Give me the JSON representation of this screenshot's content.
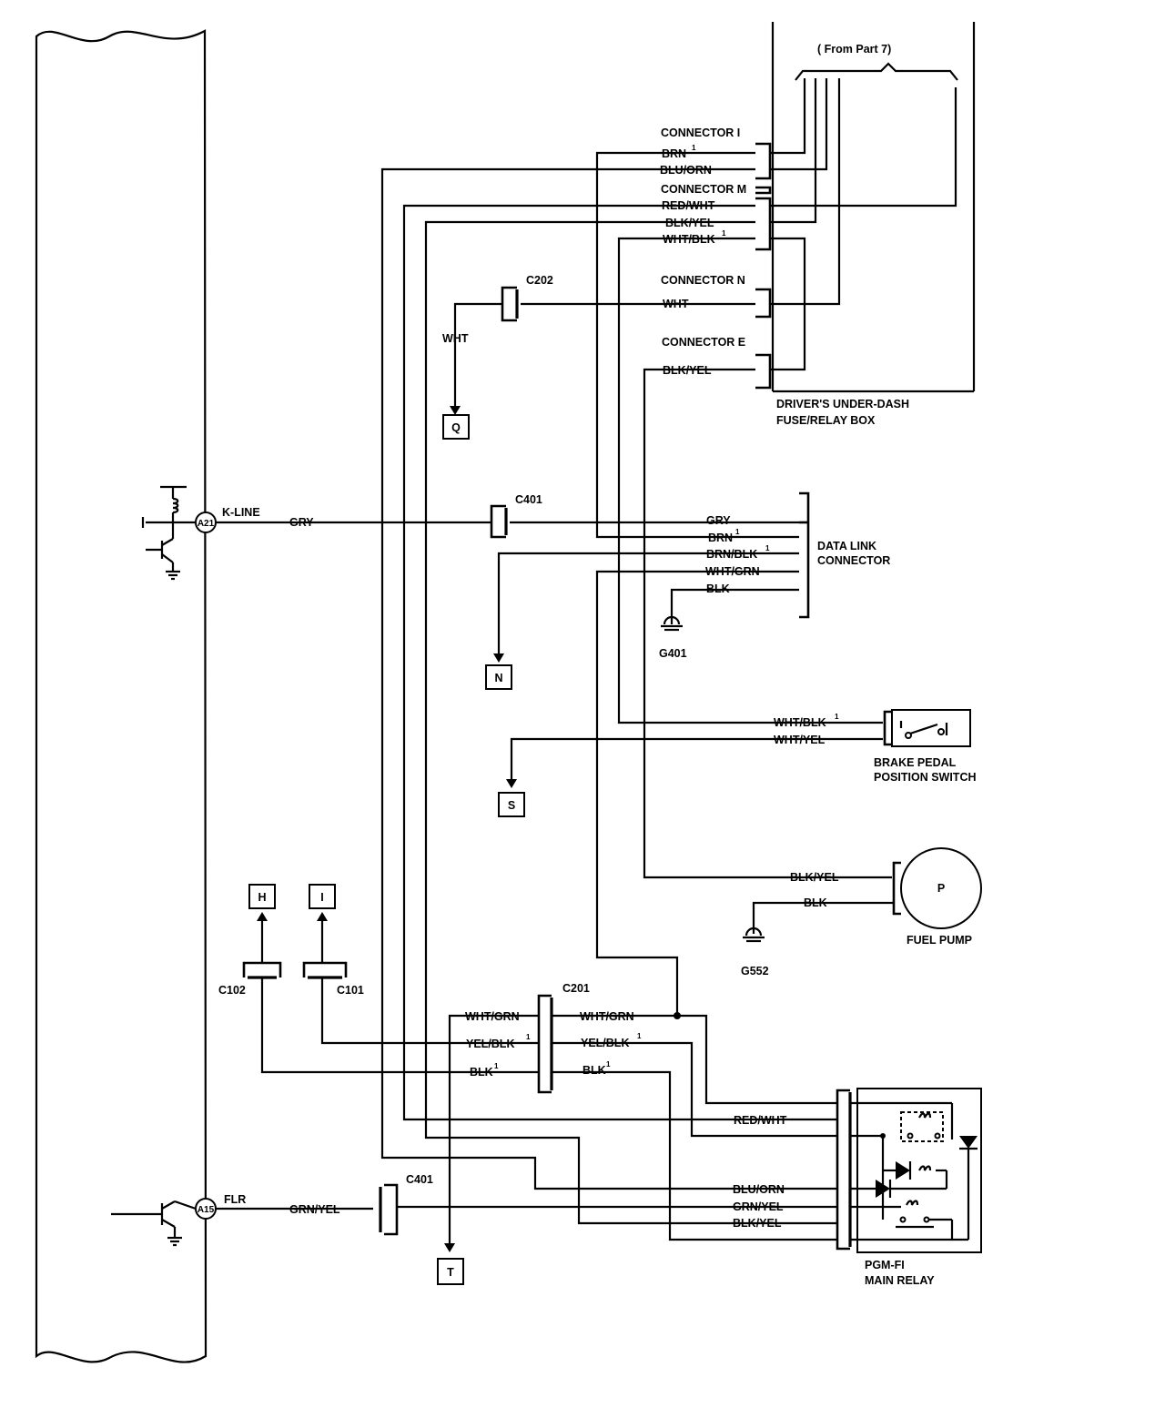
{
  "ecm": {
    "pins": [
      {
        "id": "A21",
        "name": "K-LINE"
      },
      {
        "id": "A15",
        "name": "FLR"
      }
    ]
  },
  "fuse_box": {
    "title_line1": "DRIVER'S UNDER-DASH",
    "title_line2": "FUSE/RELAY BOX",
    "from_part": "( From Part 7)",
    "connectors": {
      "i": "CONNECTOR I",
      "m": "CONNECTOR M",
      "n": "CONNECTOR N",
      "e": "CONNECTOR E"
    },
    "wires": {
      "brn": "BRN",
      "blu_orn": "BLU/ORN",
      "red_wht": "RED/WHT",
      "blk_yel": "BLK/YEL",
      "wht_blk": "WHT/BLK",
      "wht": "WHT",
      "blk_yel_e": "BLK/YEL"
    }
  },
  "c202": {
    "label": "C202",
    "wire": "WHT"
  },
  "data_link": {
    "title_line1": "DATA LINK",
    "title_line2": "CONNECTOR",
    "c401": "C401",
    "ecm_wire": "GRY",
    "wires": {
      "gry": "GRY",
      "brn": "BRN",
      "brn_blk": "BRN/BLK",
      "wht_grn": "WHT/GRN",
      "blk": "BLK"
    },
    "ground": "G401"
  },
  "brake": {
    "title_line1": "BRAKE PEDAL",
    "title_line2": "POSITION SWITCH",
    "wires": {
      "wht_blk": "WHT/BLK",
      "wht_yel": "WHT/YEL"
    }
  },
  "fuel_pump": {
    "title": "FUEL PUMP",
    "symbol": "P",
    "wires": {
      "blk_yel": "BLK/YEL",
      "blk": "BLK"
    },
    "ground": "G552"
  },
  "c102": "C102",
  "c101": "C101",
  "c201": {
    "label": "C201",
    "left": {
      "wht_grn": "WHT/GRN",
      "yel_blk": "YEL/BLK",
      "blk": "BLK"
    },
    "right": {
      "wht_grn": "WHT/GRN",
      "yel_blk": "YEL/BLK",
      "blk": "BLK"
    }
  },
  "main_relay": {
    "title_line1": "PGM-FI",
    "title_line2": "MAIN RELAY",
    "wires": {
      "red_wht": "RED/WHT",
      "blu_orn": "BLU/ORN",
      "grn_yel": "GRN/YEL",
      "blk_yel": "BLK/YEL"
    }
  },
  "flr": {
    "c401": "C401",
    "wire": "GRN/YEL"
  },
  "superscript": "1",
  "refs": {
    "q": "Q",
    "n": "N",
    "s": "S",
    "h": "H",
    "i": "I",
    "t": "T"
  }
}
